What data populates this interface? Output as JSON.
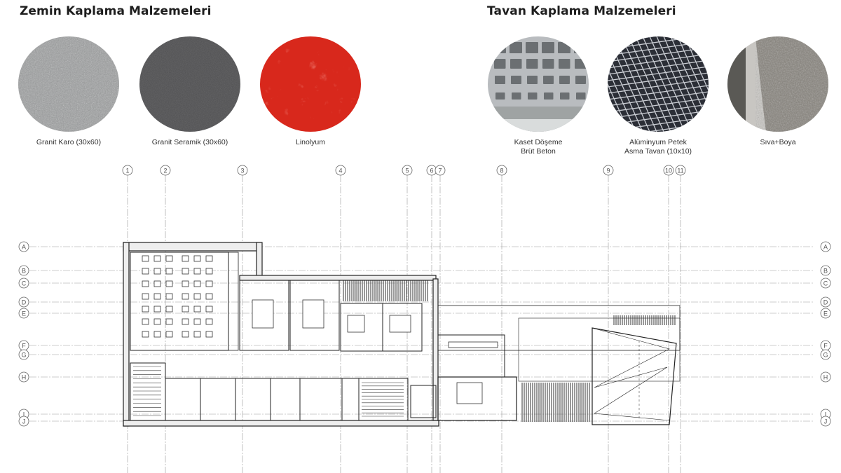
{
  "floor": {
    "title": "Zemin Kaplama Malzemeleri",
    "materials": [
      {
        "label": "Granit Karo (30x60)",
        "color": "#9a9c9d"
      },
      {
        "label": "Granit Seramik (30x60)",
        "color": "#4d4d4f"
      },
      {
        "label": "Linolyum",
        "color": "#d8281c"
      }
    ]
  },
  "ceiling": {
    "title": "Tavan Kaplama Malzemeleri",
    "materials": [
      {
        "line1": "Kaset Döşeme",
        "line2": "Brüt Beton",
        "color": "#b9bcbf"
      },
      {
        "line1": "Alüminyum Petek",
        "line2": "Asma Tavan (10x10)",
        "color": "#2b2e36"
      },
      {
        "line1": "Sıva+Boya",
        "line2": "",
        "color": "#85817a"
      }
    ]
  },
  "plan": {
    "grid_columns": [
      "1",
      "2",
      "3",
      "4",
      "5",
      "6",
      "7",
      "8",
      "9",
      "10",
      "11"
    ],
    "grid_rows": [
      "A",
      "B",
      "C",
      "D",
      "E",
      "F",
      "G",
      "H",
      "I",
      "J"
    ]
  }
}
